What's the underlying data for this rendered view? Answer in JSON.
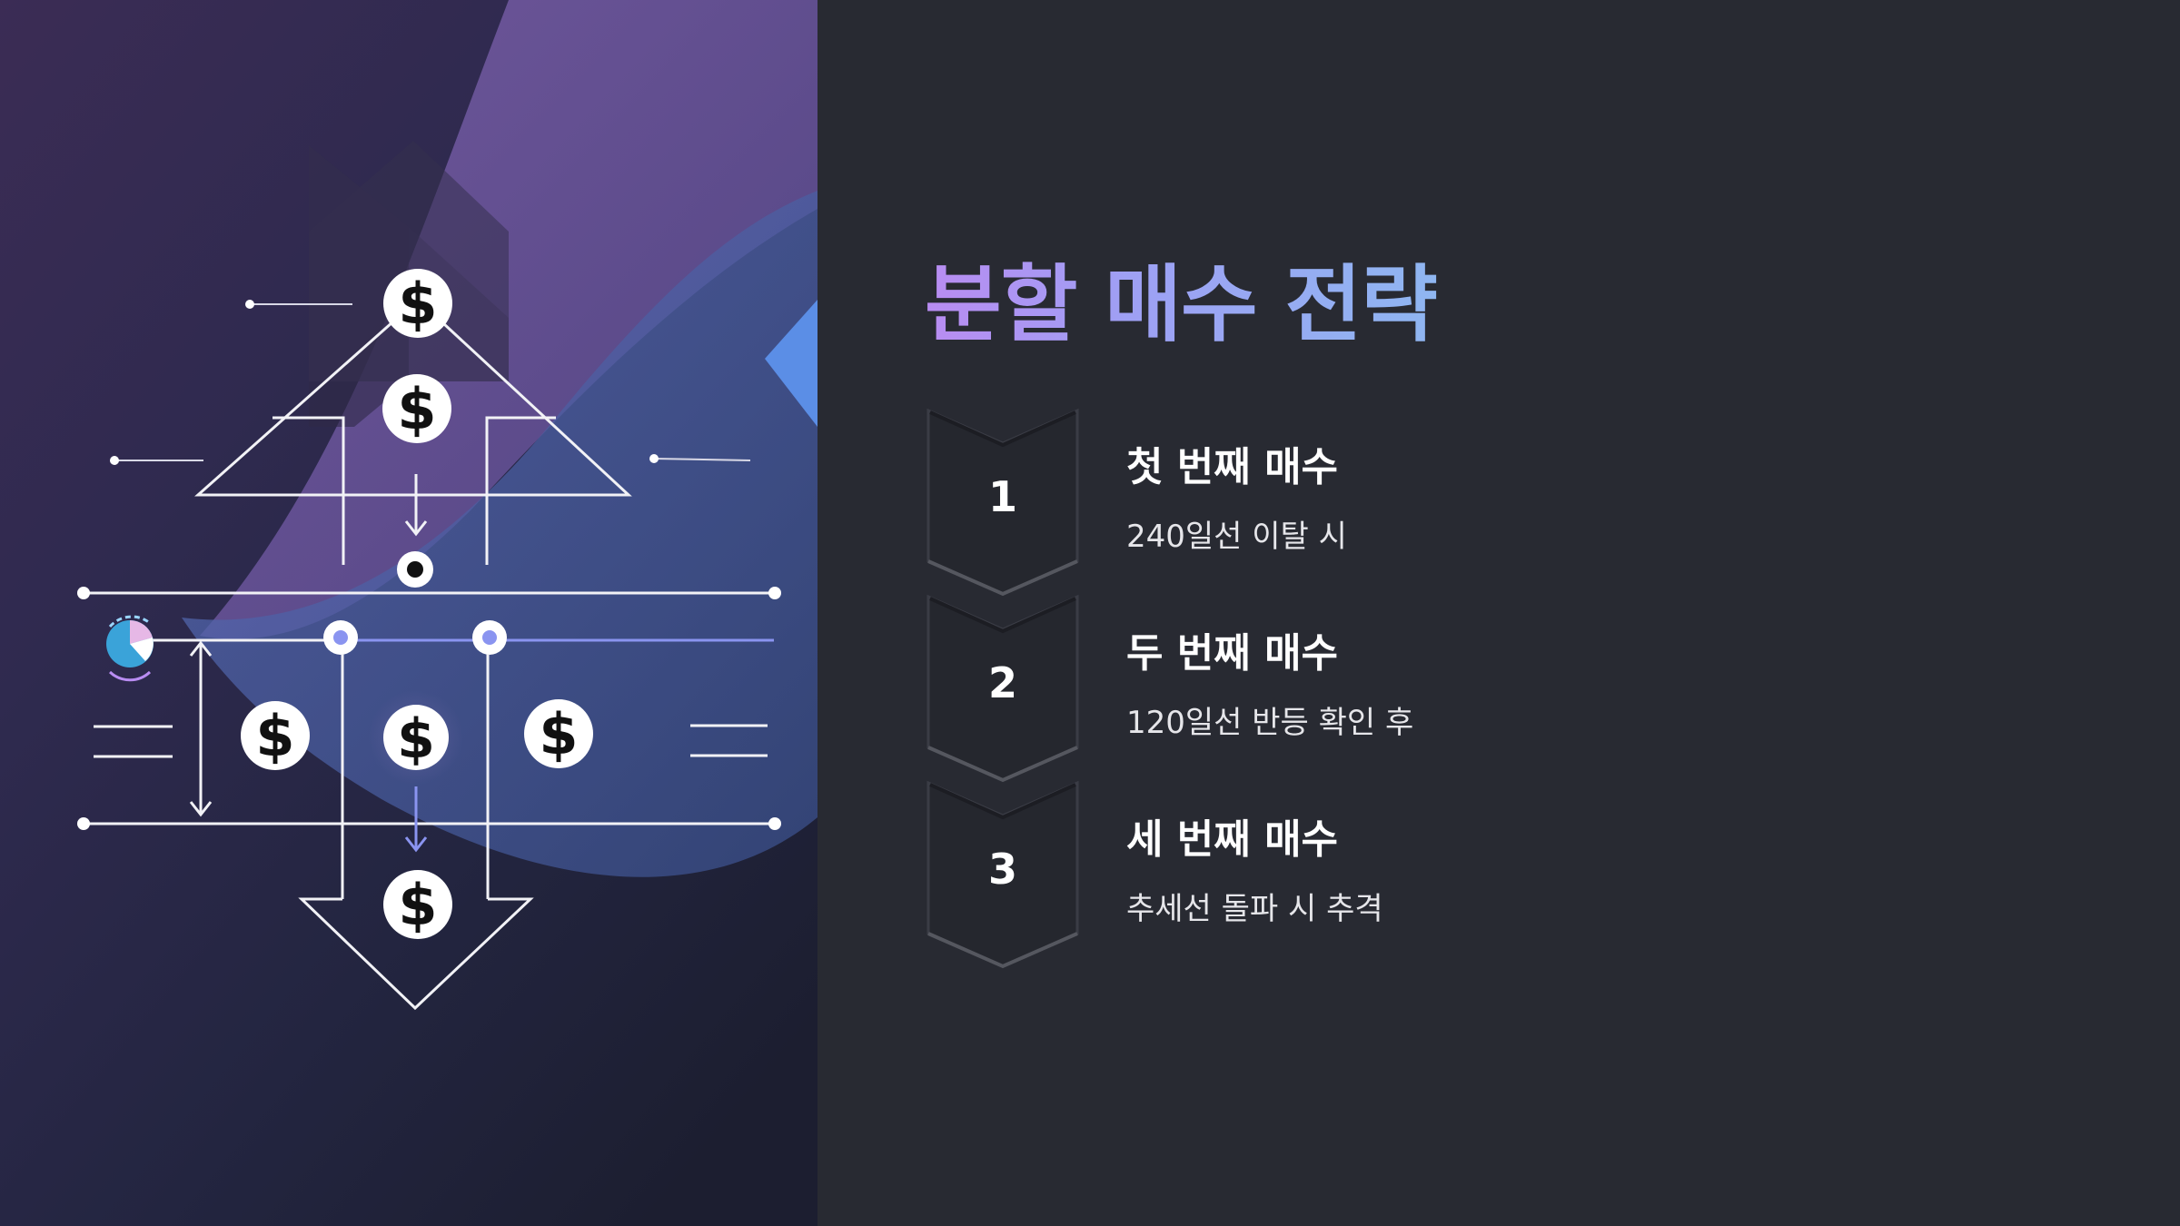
{
  "slide": {
    "title": "분할 매수 전략",
    "colors": {
      "background": "#282a32",
      "title_gradient_start": "#b98cf2",
      "title_gradient_end": "#8fb6f1",
      "illustration_accent": "#8a94f0"
    },
    "illustration": {
      "coin_symbol": "$",
      "icons": [
        "dollar-coin-icon",
        "down-arrow-icon",
        "pie-chart-icon",
        "double-arrow-icon"
      ]
    },
    "steps": [
      {
        "number": "1",
        "title": "첫 번째 매수",
        "description": "240일선 이탈 시"
      },
      {
        "number": "2",
        "title": "두 번째 매수",
        "description": "120일선 반등 확인 후"
      },
      {
        "number": "3",
        "title": "세 번째 매수",
        "description": "추세선 돌파 시 추격"
      }
    ]
  }
}
